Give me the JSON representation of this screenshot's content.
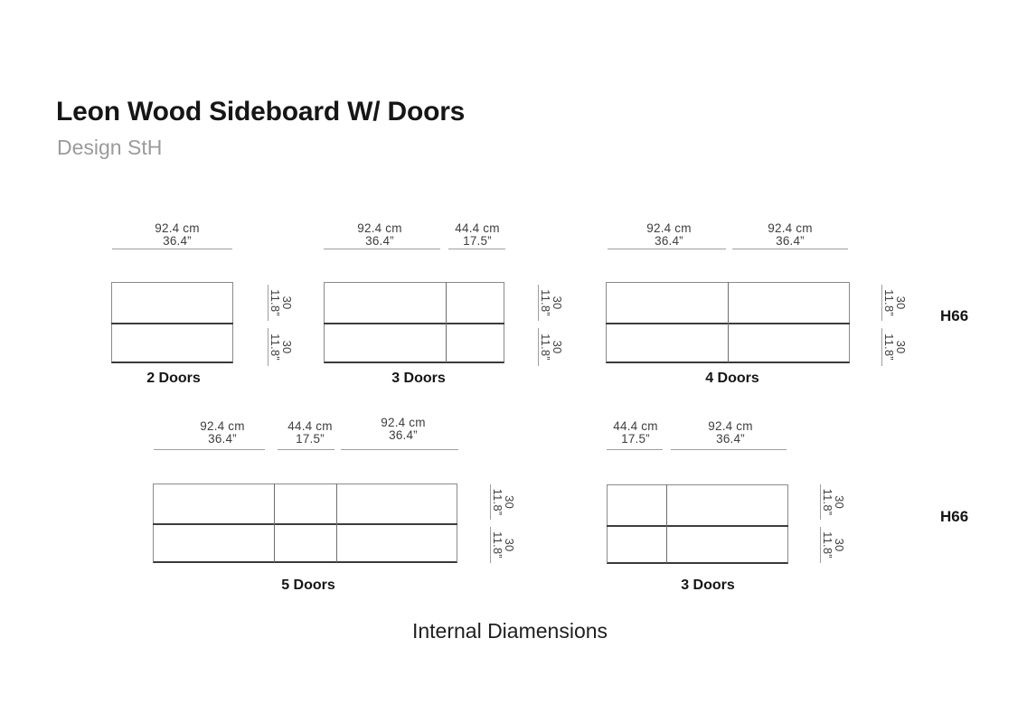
{
  "header": {
    "title": "Leon Wood Sideboard W/ Doors",
    "subtitle": "Design StH"
  },
  "caption": "Internal Diamensions",
  "height_code": {
    "top": "H66",
    "bottom": "H66"
  },
  "colors": {
    "dim_line": "#9e9e9e",
    "box_border": "#8a8a8a",
    "shelf_divider": "#3d3d3d",
    "door_divider": "#6e6e6e",
    "dim_text": "#3e3e3e",
    "title_text": "#161616",
    "subtitle_text": "#9b9b9b"
  },
  "diagrams": [
    {
      "label": "2 Doors",
      "width_dims": [
        {
          "cm": "92.4 cm",
          "inch": "36.4”"
        }
      ],
      "height_dims": [
        {
          "cm": "30",
          "inch": "11.8”"
        },
        {
          "cm": "30",
          "inch": "11.8”"
        }
      ]
    },
    {
      "label": "3 Doors",
      "width_dims": [
        {
          "cm": "92.4 cm",
          "inch": "36.4”"
        },
        {
          "cm": "44.4 cm",
          "inch": "17.5”"
        }
      ],
      "height_dims": [
        {
          "cm": "30",
          "inch": "11.8”"
        },
        {
          "cm": "30",
          "inch": "11.8”"
        }
      ]
    },
    {
      "label": "4 Doors",
      "width_dims": [
        {
          "cm": "92.4 cm",
          "inch": "36.4”"
        },
        {
          "cm": "92.4 cm",
          "inch": "36.4”"
        }
      ],
      "height_dims": [
        {
          "cm": "30",
          "inch": "11.8”"
        },
        {
          "cm": "30",
          "inch": "11.8”"
        }
      ]
    },
    {
      "label": "5 Doors",
      "width_dims": [
        {
          "cm": "92.4 cm",
          "inch": "36.4”"
        },
        {
          "cm": "44.4 cm",
          "inch": "17.5”"
        },
        {
          "cm": "92.4 cm",
          "inch": "36.4”"
        }
      ],
      "height_dims": [
        {
          "cm": "30",
          "inch": "11.8”"
        },
        {
          "cm": "30",
          "inch": "11.8”"
        }
      ]
    },
    {
      "label": "3 Doors",
      "width_dims": [
        {
          "cm": "44.4 cm",
          "inch": "17.5”"
        },
        {
          "cm": "92.4 cm",
          "inch": "36.4”"
        }
      ],
      "height_dims": [
        {
          "cm": "30",
          "inch": "11.8”"
        },
        {
          "cm": "30",
          "inch": "11.8”"
        }
      ]
    }
  ]
}
